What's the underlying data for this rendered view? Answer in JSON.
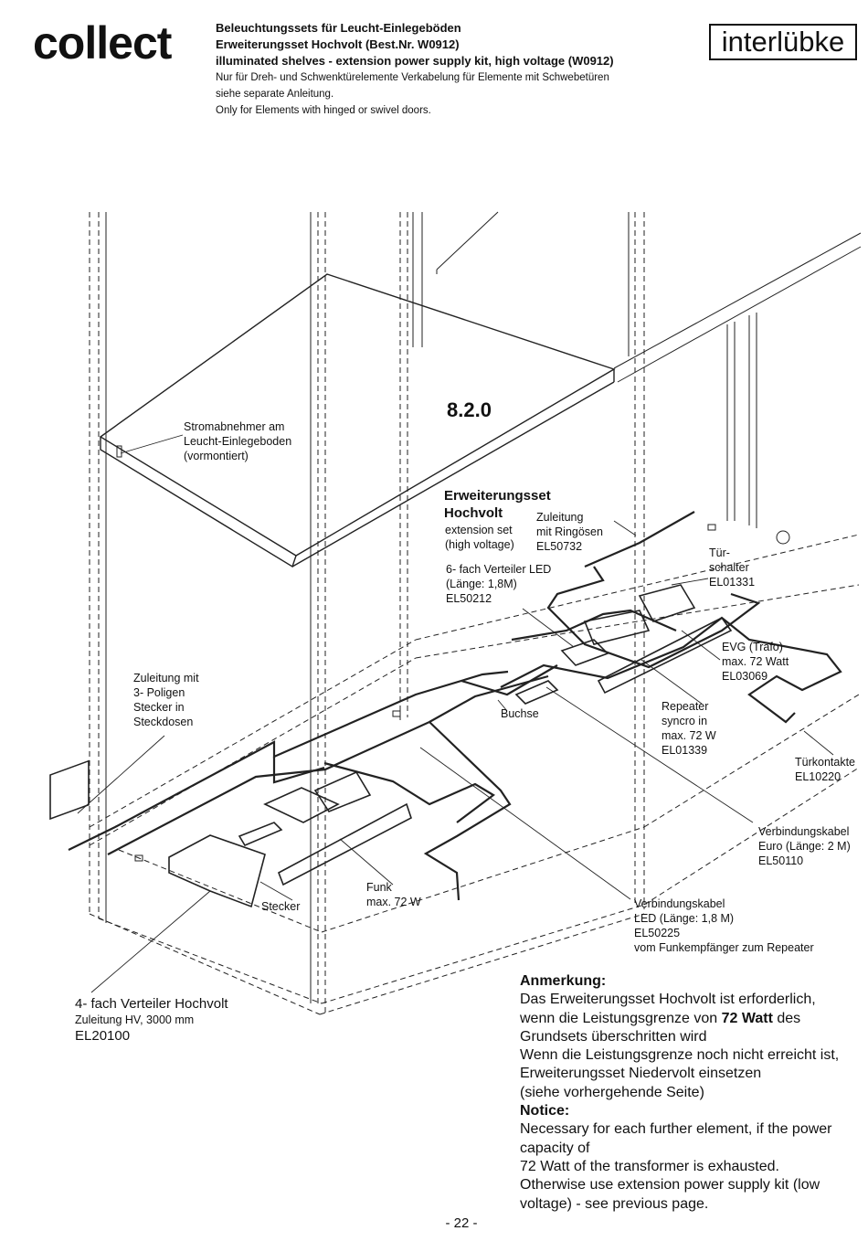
{
  "header": {
    "brand": "collect",
    "logo_text": "interlübke",
    "title_lines": [
      "Beleuchtungssets für Leucht-Einlegeböden",
      "Erweiterungsset Hochvolt (Best.Nr. W0912)",
      "illuminated shelves - extension power supply kit, high voltage (W0912)"
    ],
    "info_lines": [
      "Nur für Dreh- und Schwenktürelemente Verkabelung für Elemente mit Schwebetüren",
      "siehe separate Anleitung.",
      "Only for Elements with hinged or swivel doors."
    ]
  },
  "diagram": {
    "section_number": "8.2.0",
    "labels": {
      "stromabnehmer": [
        "Stromabnehmer am",
        "Leucht-Einlegeboden",
        "(vormontiert)"
      ],
      "erweiterungsset_title": [
        "Erweiterungsset",
        "Hochvolt"
      ],
      "erweiterungsset_sub": [
        "extension set",
        "(high voltage)"
      ],
      "zuleitung_ring": [
        "Zuleitung",
        "mit Ringösen",
        "EL50732"
      ],
      "verteiler_led": [
        "6- fach Verteiler LED",
        "(Länge: 1,8M)",
        "EL50212"
      ],
      "tuerschalter": [
        "Tür-",
        "schalter",
        "EL01331"
      ],
      "evg": [
        "EVG (Trafo)",
        "max. 72 Watt",
        "EL03069"
      ],
      "zuleitung_3pol": [
        "Zuleitung mit",
        "3- Poligen",
        "Stecker in",
        "Steckdosen"
      ],
      "buchse": "Buchse",
      "repeater": [
        "Repeater",
        "syncro in",
        "max. 72 W",
        "EL01339"
      ],
      "tuerkontakte": [
        "Türkontakte",
        "EL10220"
      ],
      "verbindungskabel_euro": [
        "Verbindungskabel",
        "Euro (Länge: 2 M)",
        "EL50110"
      ],
      "funk": [
        "Funk",
        "max. 72 W"
      ],
      "stecker": "Stecker",
      "verbindungskabel_led": [
        "Verbindungskabel",
        "LED (Länge: 1,8 M)",
        "EL50225",
        "vom Funkempfänger zum Repeater"
      ],
      "verteiler_hv_main": "4- fach Verteiler Hochvolt",
      "verteiler_hv_sub": "Zuleitung HV, 3000 mm",
      "verteiler_hv_code": "EL20100"
    }
  },
  "notes": {
    "heading_de": "Anmerkung:",
    "de_line1": "Das Erweiterungsset Hochvolt ist erforderlich,",
    "de_line2_pre": "wenn die Leistungsgrenze von ",
    "de_line2_bold": "72 Watt",
    "de_line2_post": " des",
    "de_line3": "Grundsets überschritten wird",
    "de_line4": "Wenn die Leistungsgrenze noch nicht erreicht ist,",
    "de_line5": "Erweiterungsset Niedervolt einsetzen",
    "de_line6": "(siehe vorhergehende Seite)",
    "heading_en": "Notice:",
    "en_lines": [
      "Necessary for each further element, if the power",
      "capacity of",
      "72 Watt of the transformer is exhausted.",
      "Otherwise use extension power supply kit (low",
      "voltage) - see previous page."
    ]
  },
  "footer": {
    "page_number": "- 22 -"
  }
}
